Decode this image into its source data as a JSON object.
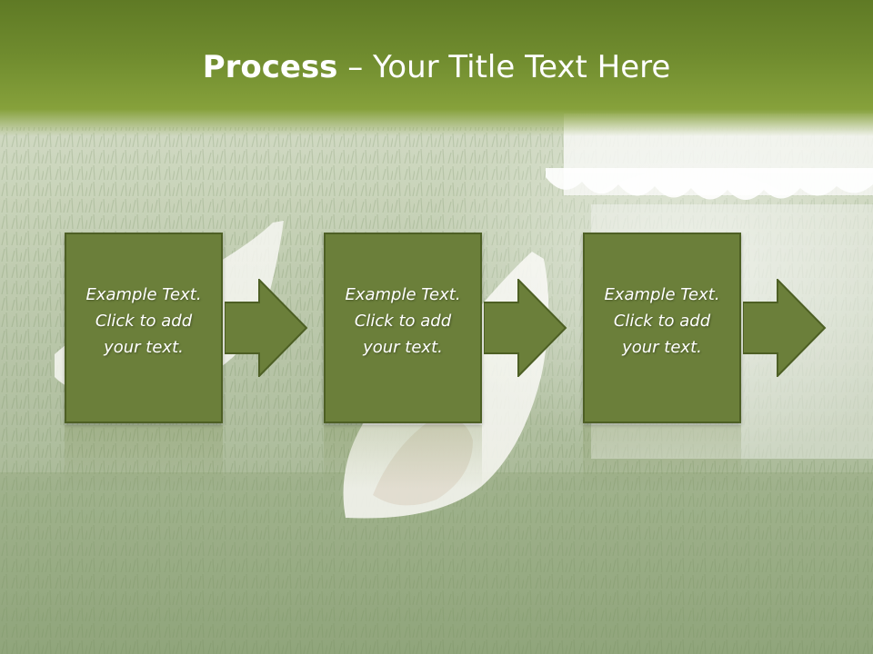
{
  "title": {
    "bold": "Process",
    "rest": " – Your Title Text Here"
  },
  "steps": [
    {
      "text": "Example Text.\nClick  to add\nyour text."
    },
    {
      "text": "Example Text.\nClick  to add\nyour text."
    },
    {
      "text": "Example Text.\nClick  to add\nyour text."
    }
  ],
  "colors": {
    "title_bar": "#6f8b2e",
    "box_fill": "#6b7f3a",
    "box_border": "#4d5f24",
    "arrow_fill": "#6b7f3a"
  },
  "icons": [
    "right-arrow-icon"
  ]
}
